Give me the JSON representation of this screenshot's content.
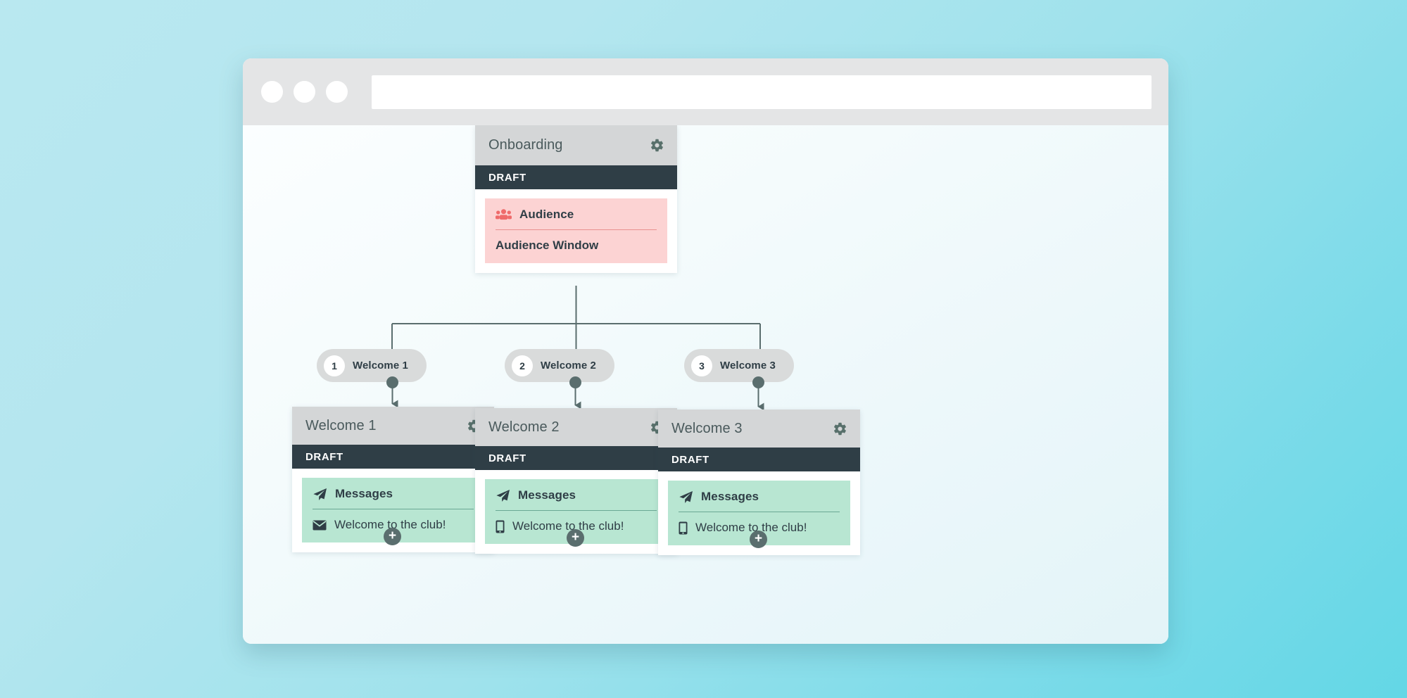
{
  "browser": {
    "traffic_lights": [
      "close",
      "minimize",
      "maximize"
    ],
    "address_bar_value": "",
    "address_bar_placeholder": ""
  },
  "theme": {
    "background_start": "#b9e8f0",
    "background_end": "#63d7e6",
    "canvas_bg": "#fbfeff",
    "card_header_bg": "#d4d6d7",
    "status_bar_bg": "#2f3e46",
    "audience_block_bg": "#fcd3d3",
    "audience_accent": "#ef6a6a",
    "messages_block_bg": "#b8e6d2",
    "messages_accent": "#2f3e46",
    "pill_bg": "#d9dbdb",
    "connector_color": "#5a6e6e"
  },
  "flow": {
    "root": {
      "title": "Onboarding",
      "status": "DRAFT",
      "gear_icon": "gear-icon",
      "block": {
        "icon": "people-group-icon",
        "title": "Audience",
        "detail": "Audience Window"
      }
    },
    "branch_pills": [
      {
        "number": "1",
        "label": "Welcome 1"
      },
      {
        "number": "2",
        "label": "Welcome 2"
      },
      {
        "number": "3",
        "label": "Welcome 3"
      }
    ],
    "steps": [
      {
        "title": "Welcome 1",
        "status": "DRAFT",
        "gear_icon": "gear-icon",
        "block": {
          "icon": "paper-plane-icon",
          "title": "Messages",
          "detail_icon": "envelope-icon",
          "detail": "Welcome to the club!"
        },
        "add_button": "add-step-button"
      },
      {
        "title": "Welcome 2",
        "status": "DRAFT",
        "gear_icon": "gear-icon",
        "block": {
          "icon": "paper-plane-icon",
          "title": "Messages",
          "detail_icon": "mobile-phone-icon",
          "detail": "Welcome to the club!"
        },
        "add_button": "add-step-button"
      },
      {
        "title": "Welcome 3",
        "status": "DRAFT",
        "gear_icon": "gear-icon",
        "block": {
          "icon": "paper-plane-icon",
          "title": "Messages",
          "detail_icon": "mobile-phone-icon",
          "detail": "Welcome to the club!"
        },
        "add_button": "add-step-button"
      }
    ]
  }
}
